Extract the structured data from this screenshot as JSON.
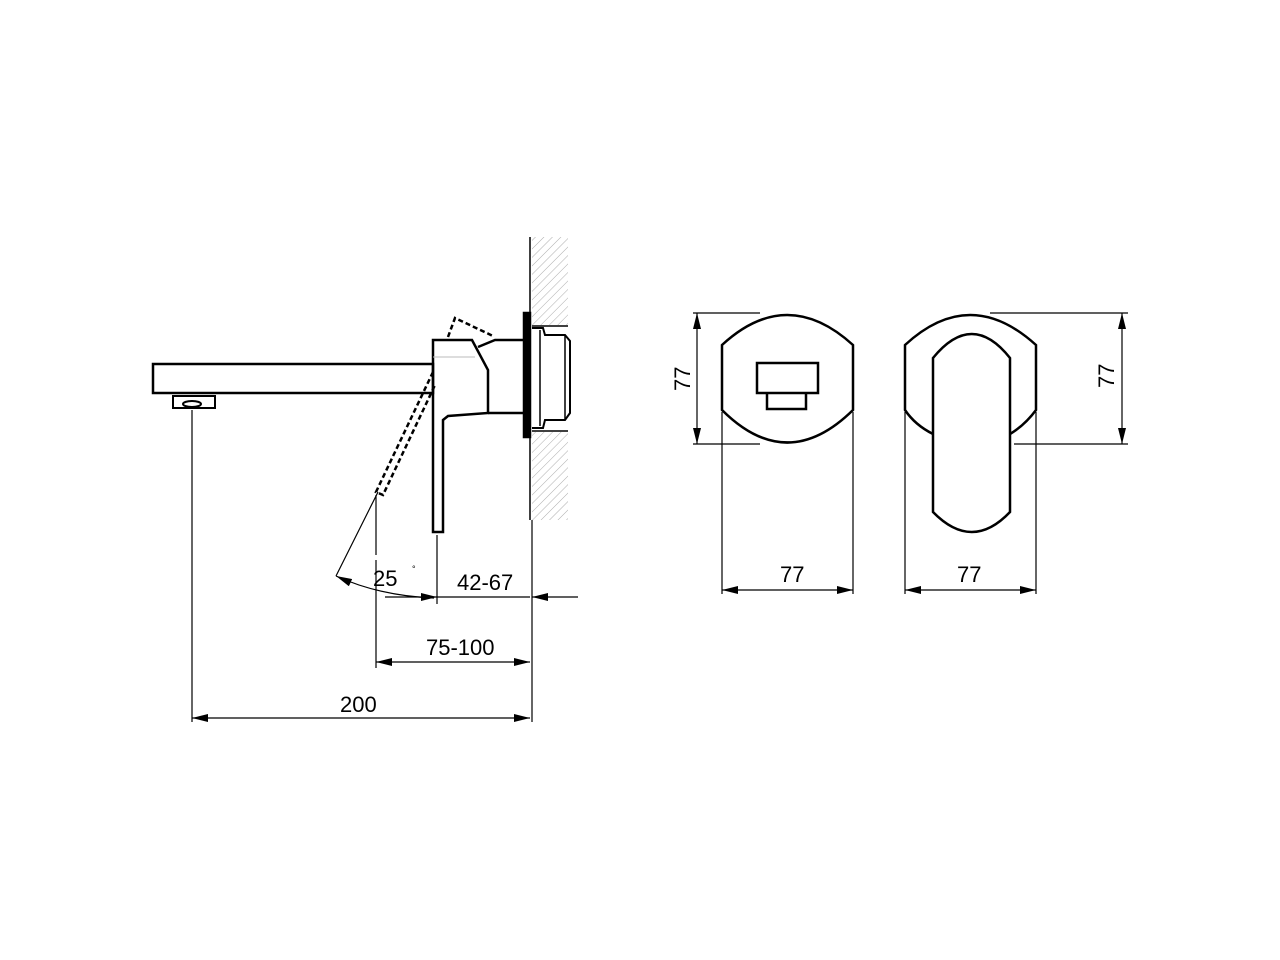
{
  "side_view": {
    "angle_label": "25",
    "angle_unit": "°",
    "dim_wall_to_body": "42-67",
    "dim_wall_to_lever": "75-100",
    "dim_spout_reach": "200"
  },
  "front_view_body": {
    "height_label": "77",
    "width_label": "77"
  },
  "front_view_lever": {
    "height_label": "77",
    "width_label": "77"
  },
  "colors": {
    "line": "#000000",
    "hatch": "#999999",
    "background": "#ffffff"
  }
}
